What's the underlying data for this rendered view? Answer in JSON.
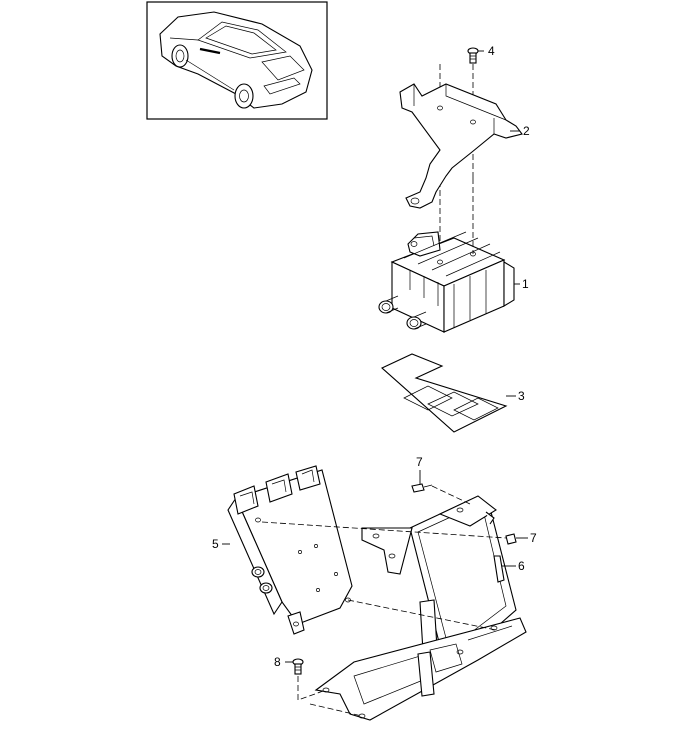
{
  "diagram": {
    "callouts": {
      "p1": "1",
      "p2": "2",
      "p3": "3",
      "p4": "4",
      "p5": "5",
      "p6": "6",
      "p7a": "7",
      "p7b": "7",
      "p8": "8"
    },
    "icons": {
      "vehicle": "car-thumbnail-icon"
    }
  }
}
